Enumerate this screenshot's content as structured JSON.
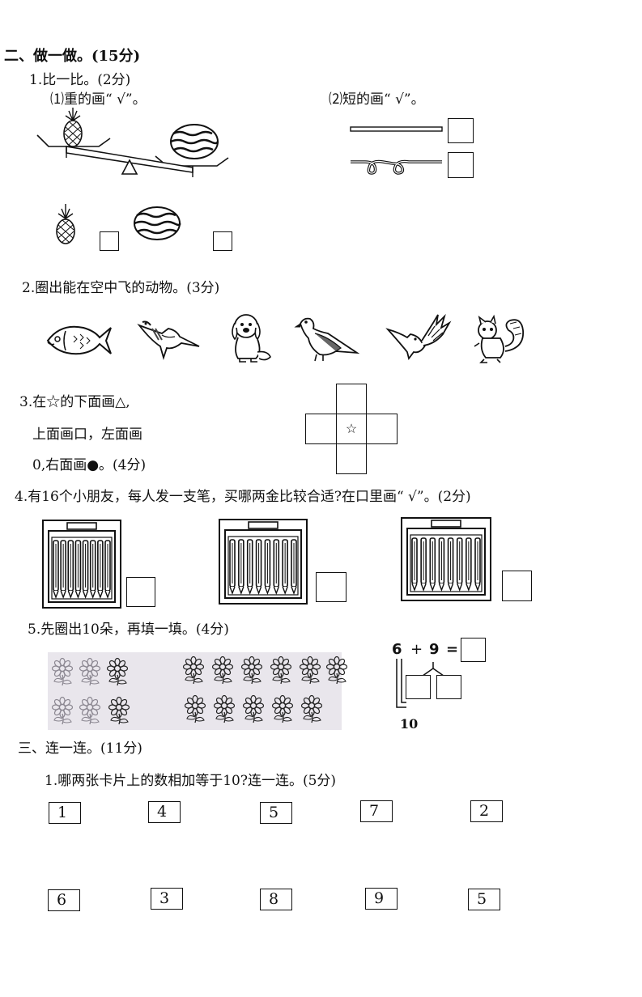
{
  "section2": {
    "heading": "二、做一做。(15分)",
    "q1": {
      "title": "1.比一比。(2分)",
      "sub_a": "⑴重的画“ √”。",
      "sub_b": "⑵短的画“  √”。"
    },
    "q2": {
      "title": "2.圈出能在空中飞的动物。(3分)",
      "animals": [
        "fish",
        "swallow",
        "puppy",
        "pigeon",
        "eagle",
        "squirrel"
      ]
    },
    "q3": {
      "line1": "3.在☆的下面画△,",
      "line2": "上面画口，左面画",
      "line3": "0,右面画●。(4分)",
      "center_symbol": "☆"
    },
    "q4": {
      "title": "4.有16个小朋友，每人发一支笔，买哪两金比较合适?在口里画“ √”。(2分)"
    },
    "q5": {
      "title": "5.先圈出10朵，再填一填。(4分)",
      "eq_a": "6",
      "eq_plus": "+",
      "eq_b": "9",
      "eq_equals": "=",
      "ten": "10"
    }
  },
  "section3": {
    "heading": "三、连一连。(11分)",
    "q1": {
      "title": "1.哪两张卡片上的数相加等于10?连一连。(5分)",
      "top_cards": [
        "1",
        "4",
        "5",
        "7",
        "2"
      ],
      "bottom_cards": [
        "6",
        "3",
        "8",
        "9",
        "5"
      ]
    }
  }
}
